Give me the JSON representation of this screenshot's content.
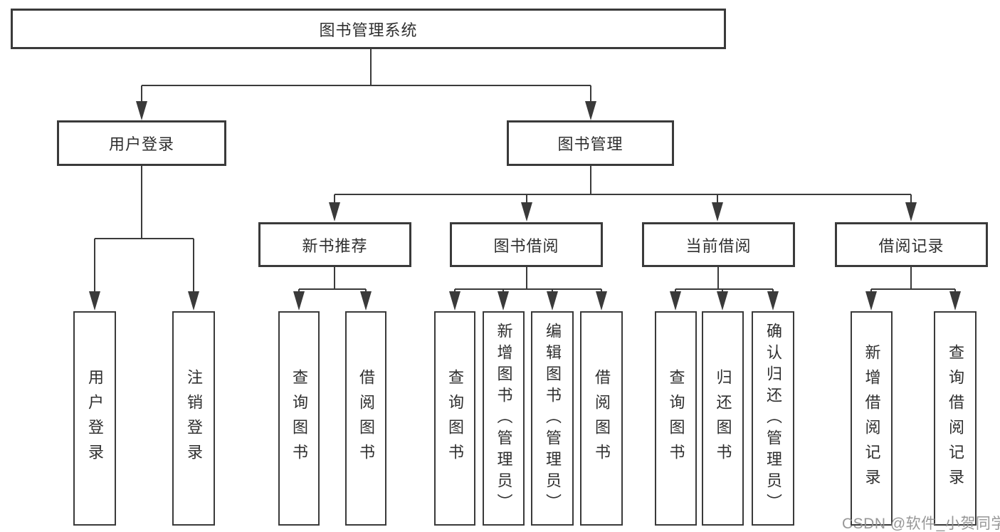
{
  "diagram": {
    "colors": {
      "line": "#3a3a3a",
      "box_background": "#ffffff",
      "text": "#2f2f2f",
      "watermark": "#919191"
    },
    "tree": {
      "label": "图书管理系统",
      "children": [
        {
          "label": "用户登录",
          "children": [
            {
              "label": "用户登录"
            },
            {
              "label": "注销登录"
            }
          ]
        },
        {
          "label": "图书管理",
          "children": [
            {
              "label": "新书推荐",
              "children": [
                {
                  "label": "查询图书"
                },
                {
                  "label": "借阅图书"
                }
              ]
            },
            {
              "label": "图书借阅",
              "children": [
                {
                  "label": "查询图书"
                },
                {
                  "label": "新增图书（管理员）"
                },
                {
                  "label": "编辑图书（管理员）"
                },
                {
                  "label": "借阅图书"
                }
              ]
            },
            {
              "label": "当前借阅",
              "children": [
                {
                  "label": "查询图书"
                },
                {
                  "label": "归还图书"
                },
                {
                  "label": "确认归还（管理员）"
                }
              ]
            },
            {
              "label": "借阅记录",
              "children": [
                {
                  "label": "新增借阅记录"
                },
                {
                  "label": "查询借阅记录"
                }
              ]
            }
          ]
        }
      ]
    },
    "watermark": {
      "text": "CSDN @软件_小贺同学"
    }
  }
}
